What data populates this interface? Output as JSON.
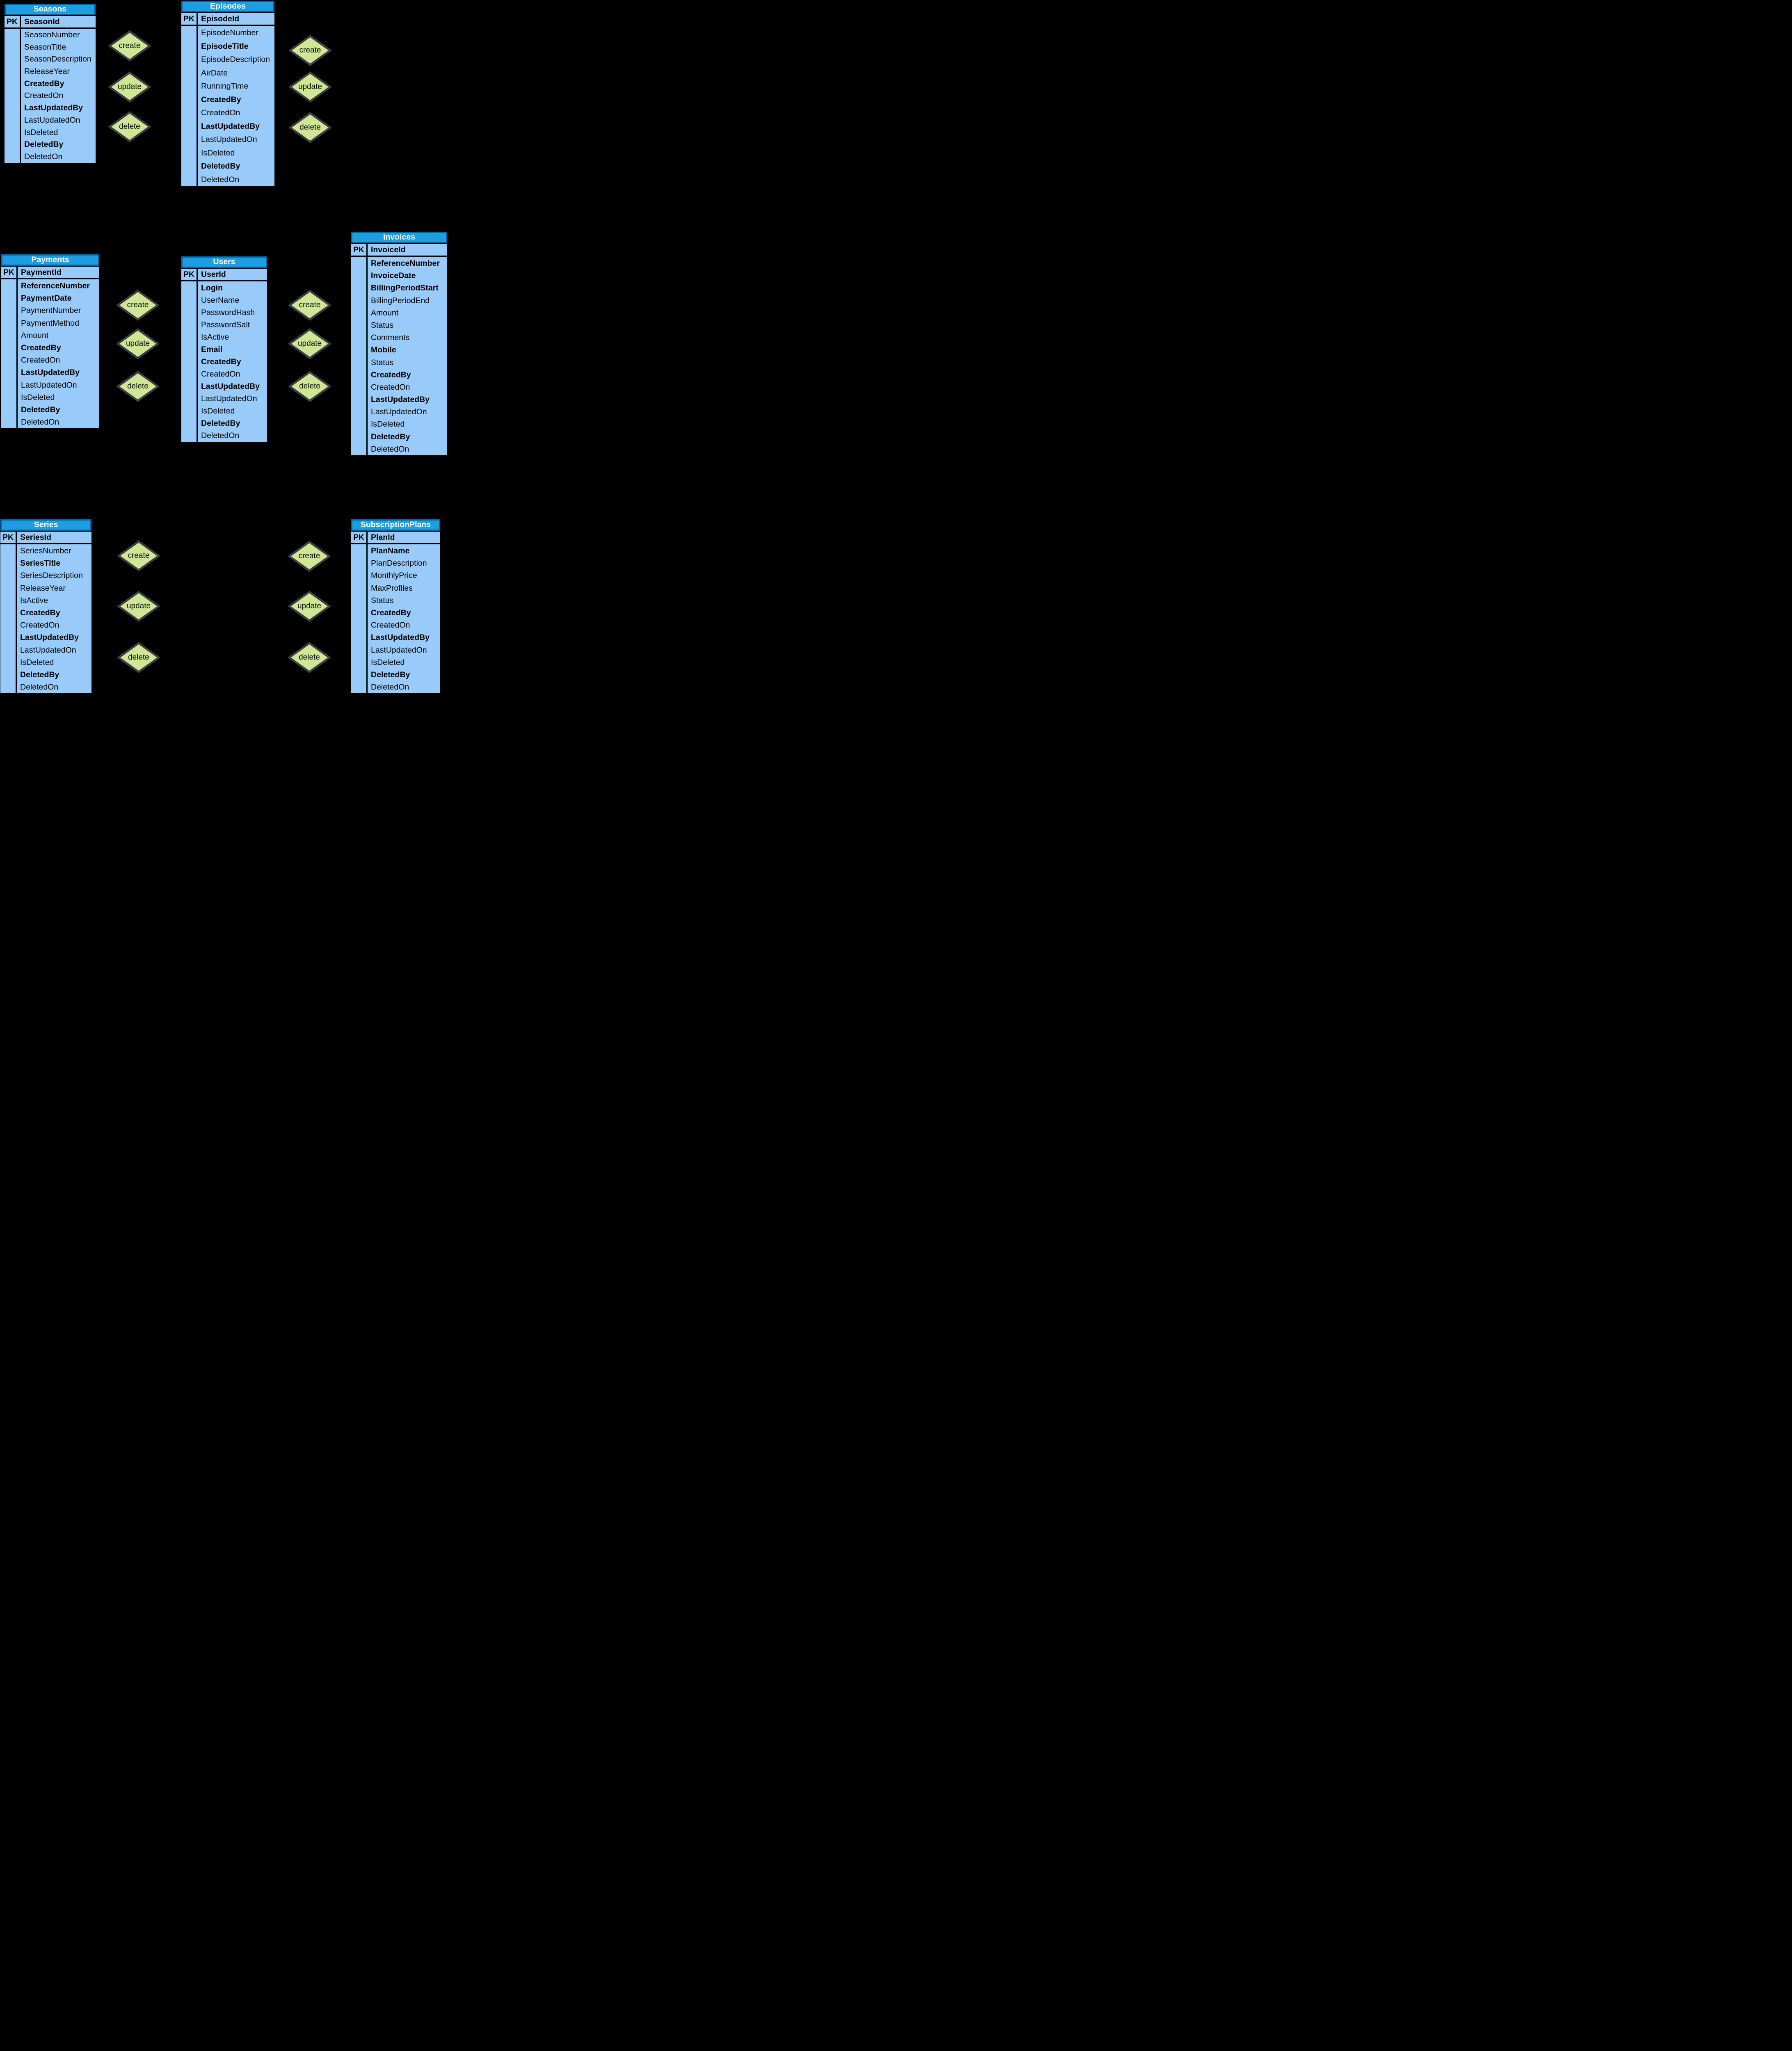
{
  "diagram": {
    "type": "entity-relationship-crud-diagram",
    "colors": {
      "background": "#000000",
      "entity_header_fill": "#1C9EE0",
      "entity_header_border": "#0067AC",
      "entity_header_text": "#FFFFFF",
      "entity_cell_fill": "#99CBFA",
      "entity_grid_lines": "#000000",
      "entity_field_text": "#000000",
      "diamond_fill": "#CFE795",
      "diamond_border": "#3A3F46",
      "diamond_text": "#0A0A0A"
    }
  },
  "entities": [
    {
      "id": "seasons",
      "title": "Seasons",
      "pk_label": "PK",
      "key_field": {
        "name": "SeasonId",
        "bold": true
      },
      "fields": [
        {
          "name": "SeasonNumber",
          "bold": false
        },
        {
          "name": "SeasonTitle",
          "bold": false
        },
        {
          "name": "SeasonDescription",
          "bold": false
        },
        {
          "name": "ReleaseYear",
          "bold": false
        },
        {
          "name": "CreatedBy",
          "bold": true
        },
        {
          "name": "CreatedOn",
          "bold": false
        },
        {
          "name": "LastUpdatedBy",
          "bold": true
        },
        {
          "name": "LastUpdatedOn",
          "bold": false
        },
        {
          "name": "IsDeleted",
          "bold": false
        },
        {
          "name": "DeletedBy",
          "bold": true
        },
        {
          "name": "DeletedOn",
          "bold": false
        }
      ]
    },
    {
      "id": "episodes",
      "title": "Episodes",
      "pk_label": "PK",
      "key_field": {
        "name": "EpisodeId",
        "bold": true
      },
      "fields": [
        {
          "name": "EpisodeNumber",
          "bold": false
        },
        {
          "name": "EpisodeTitle",
          "bold": true
        },
        {
          "name": "EpisodeDescription",
          "bold": false
        },
        {
          "name": "AirDate",
          "bold": false
        },
        {
          "name": "RunningTime",
          "bold": false
        },
        {
          "name": "CreatedBy",
          "bold": true
        },
        {
          "name": "CreatedOn",
          "bold": false
        },
        {
          "name": "LastUpdatedBy",
          "bold": true
        },
        {
          "name": "LastUpdatedOn",
          "bold": false
        },
        {
          "name": "IsDeleted",
          "bold": false
        },
        {
          "name": "DeletedBy",
          "bold": true
        },
        {
          "name": "DeletedOn",
          "bold": false
        }
      ]
    },
    {
      "id": "payments",
      "title": "Payments",
      "pk_label": "PK",
      "key_field": {
        "name": "PaymentId",
        "bold": true
      },
      "fields": [
        {
          "name": "ReferenceNumber",
          "bold": true
        },
        {
          "name": "PaymentDate",
          "bold": true
        },
        {
          "name": "PaymentNumber",
          "bold": false
        },
        {
          "name": "PaymentMethod",
          "bold": false
        },
        {
          "name": "Amount",
          "bold": false
        },
        {
          "name": "CreatedBy",
          "bold": true
        },
        {
          "name": "CreatedOn",
          "bold": false
        },
        {
          "name": "LastUpdatedBy",
          "bold": true
        },
        {
          "name": "LastUpdatedOn",
          "bold": false
        },
        {
          "name": "IsDeleted",
          "bold": false
        },
        {
          "name": "DeletedBy",
          "bold": true
        },
        {
          "name": "DeletedOn",
          "bold": false
        }
      ]
    },
    {
      "id": "users",
      "title": "Users",
      "pk_label": "PK",
      "key_field": {
        "name": "UserId",
        "bold": true
      },
      "fields": [
        {
          "name": "Login",
          "bold": true
        },
        {
          "name": "UserName",
          "bold": false
        },
        {
          "name": "PasswordHash",
          "bold": false
        },
        {
          "name": "PasswordSalt",
          "bold": false
        },
        {
          "name": "IsActive",
          "bold": false
        },
        {
          "name": "Email",
          "bold": true
        },
        {
          "name": "CreatedBy",
          "bold": true
        },
        {
          "name": "CreatedOn",
          "bold": false
        },
        {
          "name": "LastUpdatedBy",
          "bold": true
        },
        {
          "name": "LastUpdatedOn",
          "bold": false
        },
        {
          "name": "IsDeleted",
          "bold": false
        },
        {
          "name": "DeletedBy",
          "bold": true
        },
        {
          "name": "DeletedOn",
          "bold": false
        }
      ]
    },
    {
      "id": "invoices",
      "title": "Invoices",
      "pk_label": "PK",
      "key_field": {
        "name": "InvoiceId",
        "bold": true
      },
      "fields": [
        {
          "name": "ReferenceNumber",
          "bold": true
        },
        {
          "name": "InvoiceDate",
          "bold": true
        },
        {
          "name": "BillingPeriodStart",
          "bold": true
        },
        {
          "name": "BillingPeriodEnd",
          "bold": false
        },
        {
          "name": "Amount",
          "bold": false
        },
        {
          "name": "Status",
          "bold": false
        },
        {
          "name": "Comments",
          "bold": false
        },
        {
          "name": "Mobile",
          "bold": true
        },
        {
          "name": "Status",
          "bold": false
        },
        {
          "name": "CreatedBy",
          "bold": true
        },
        {
          "name": "CreatedOn",
          "bold": false
        },
        {
          "name": "LastUpdatedBy",
          "bold": true
        },
        {
          "name": "LastUpdatedOn",
          "bold": false
        },
        {
          "name": "IsDeleted",
          "bold": false
        },
        {
          "name": "DeletedBy",
          "bold": true
        },
        {
          "name": "DeletedOn",
          "bold": false
        }
      ]
    },
    {
      "id": "series",
      "title": "Series",
      "pk_label": "PK",
      "key_field": {
        "name": "SeriesId",
        "bold": true
      },
      "fields": [
        {
          "name": "SeriesNumber",
          "bold": false
        },
        {
          "name": "SeriesTitle",
          "bold": true
        },
        {
          "name": "SeriesDescription",
          "bold": false
        },
        {
          "name": "ReleaseYear",
          "bold": false
        },
        {
          "name": "IsActive",
          "bold": false
        },
        {
          "name": "CreatedBy",
          "bold": true
        },
        {
          "name": "CreatedOn",
          "bold": false
        },
        {
          "name": "LastUpdatedBy",
          "bold": true
        },
        {
          "name": "LastUpdatedOn",
          "bold": false
        },
        {
          "name": "IsDeleted",
          "bold": false
        },
        {
          "name": "DeletedBy",
          "bold": true
        },
        {
          "name": "DeletedOn",
          "bold": false
        }
      ]
    },
    {
      "id": "subscriptionplans",
      "title": "SubscriptionPlans",
      "pk_label": "PK",
      "key_field": {
        "name": "PlanId",
        "bold": true
      },
      "fields": [
        {
          "name": "PlanName",
          "bold": true
        },
        {
          "name": "PlanDescription",
          "bold": false
        },
        {
          "name": "MonthlyPrice",
          "bold": false
        },
        {
          "name": "MaxProfiles",
          "bold": false
        },
        {
          "name": "Status",
          "bold": false
        },
        {
          "name": "CreatedBy",
          "bold": true
        },
        {
          "name": "CreatedOn",
          "bold": false
        },
        {
          "name": "LastUpdatedBy",
          "bold": true
        },
        {
          "name": "LastUpdatedOn",
          "bold": false
        },
        {
          "name": "IsDeleted",
          "bold": false
        },
        {
          "name": "DeletedBy",
          "bold": true
        },
        {
          "name": "DeletedOn",
          "bold": false
        }
      ]
    }
  ],
  "operation_groups": [
    {
      "id": "between-seasons-and-episodes",
      "operations": [
        "create",
        "update",
        "delete"
      ]
    },
    {
      "id": "right-of-episodes",
      "operations": [
        "create",
        "update",
        "delete"
      ]
    },
    {
      "id": "between-payments-and-users",
      "operations": [
        "create",
        "update",
        "delete"
      ]
    },
    {
      "id": "between-users-and-invoices",
      "operations": [
        "create",
        "update",
        "delete"
      ]
    },
    {
      "id": "right-of-series",
      "operations": [
        "create",
        "update",
        "delete"
      ]
    },
    {
      "id": "left-of-subscriptionplans",
      "operations": [
        "create",
        "update",
        "delete"
      ]
    }
  ]
}
